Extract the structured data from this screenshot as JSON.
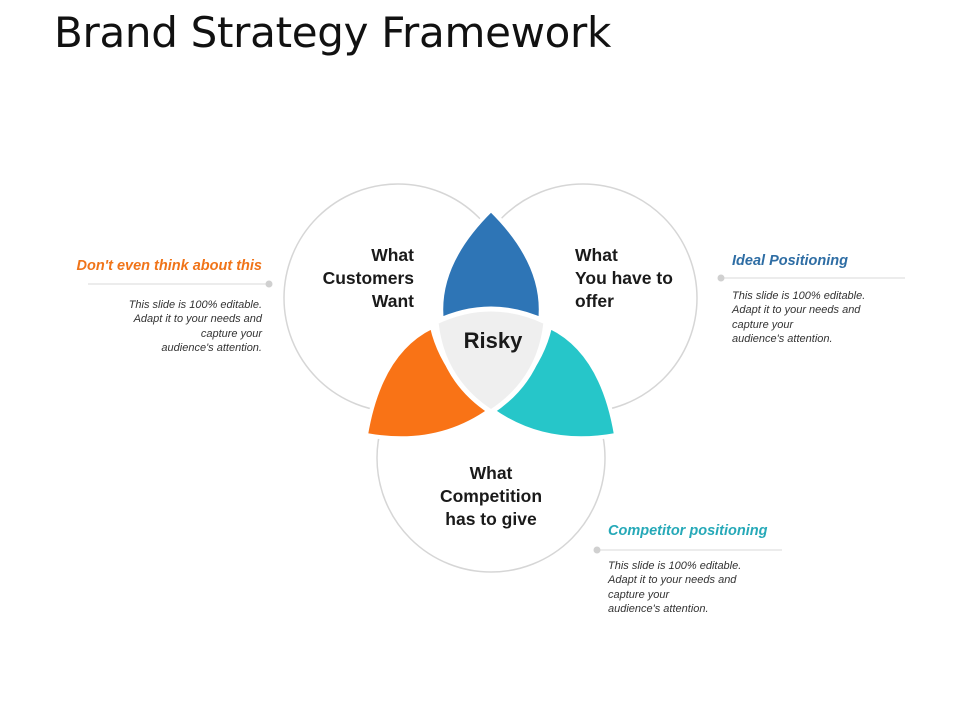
{
  "slide": {
    "title": "Brand Strategy Framework"
  },
  "colors": {
    "top_petal": "#2E75B6",
    "left_petal": "#F97316",
    "right_petal": "#26C6C9",
    "center": "#EFEFEF",
    "circle_stroke": "#D6D6D6",
    "left_callout_title": "#F07419",
    "right_callout_title": "#2E6DA4",
    "bottom_callout_title": "#26A9B8"
  },
  "venn": {
    "circles": [
      {
        "label": "What\nCustomers\nWant"
      },
      {
        "label": "What\nYou have to\noffer"
      },
      {
        "label": "What\nCompetition\nhas to give"
      }
    ],
    "center_label": "Risky"
  },
  "callouts": {
    "left": {
      "title": "Don't even think about this",
      "body": "This slide is 100% editable.\nAdapt it to your needs and\ncapture your\naudience's attention."
    },
    "right": {
      "title": "Ideal Positioning",
      "body": "This slide is 100% editable.\nAdapt it to your needs and\ncapture your\naudience's attention."
    },
    "bottom": {
      "title": "Competitor positioning",
      "body": "This slide is 100% editable.\nAdapt it to your needs and\ncapture your\naudience's attention."
    }
  }
}
